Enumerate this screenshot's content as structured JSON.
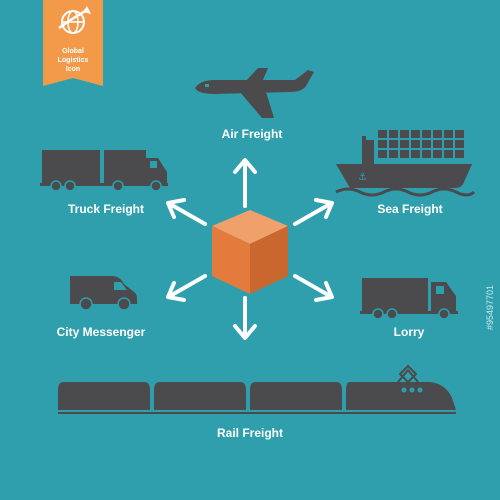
{
  "badge": {
    "line1": "Global",
    "line2": "Logistics",
    "line3": "Icon",
    "color": "#f39a4a",
    "icon": "globe-arrow-icon"
  },
  "labels": {
    "air": "Air Freight",
    "truck": "Truck Freight",
    "sea": "Sea Freight",
    "city": "City Messenger",
    "lorry": "Lorry",
    "rail": "Rail Freight"
  },
  "stock_id": "#95497701",
  "colors": {
    "background": "#2f9fad",
    "silhouette": "#4b4b4d",
    "arrow": "#ffffff",
    "cube_top": "#f0a06a",
    "cube_left": "#e27b3c",
    "cube_right": "#c9672e"
  },
  "icons": [
    "airplane-icon",
    "truck-icon",
    "ship-icon",
    "van-icon",
    "lorry-icon",
    "train-icon",
    "cube-icon"
  ]
}
